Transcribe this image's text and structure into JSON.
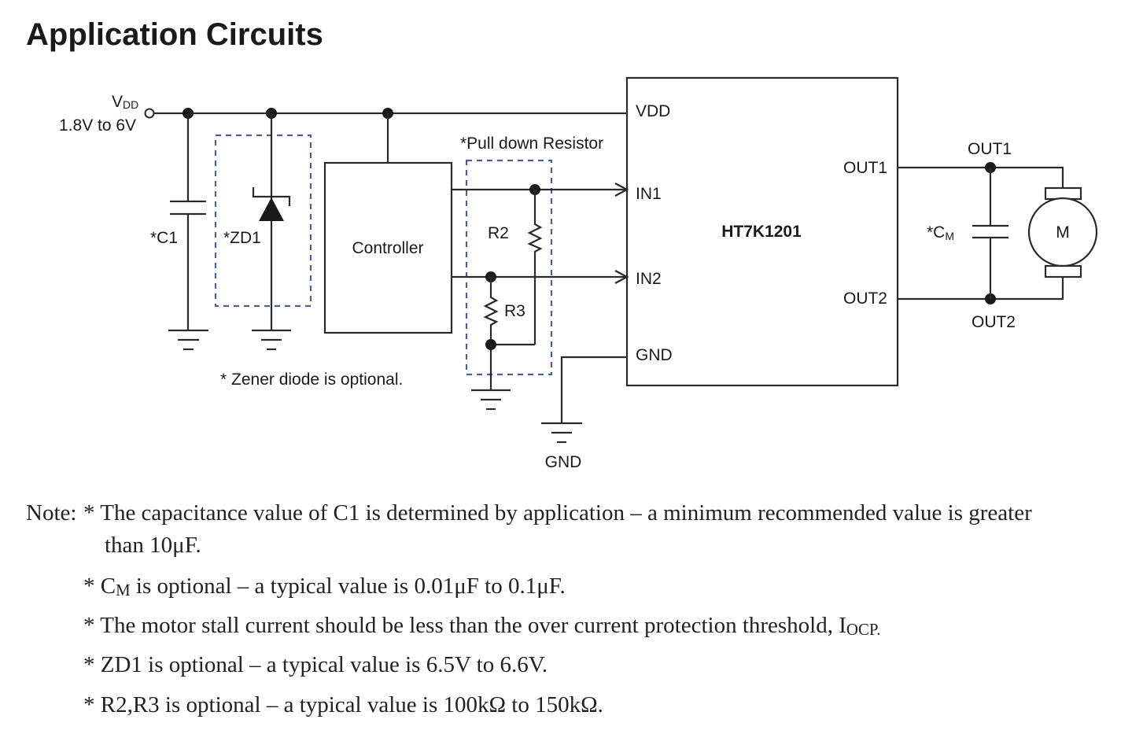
{
  "title": "Application Circuits",
  "supply": {
    "label_main": "V",
    "label_sub": "DD",
    "range": "1.8V to 6V"
  },
  "components": {
    "c1": "*C1",
    "zd1": "*ZD1",
    "controller": "Controller",
    "pulldown_label": "*Pull down Resistor",
    "r2": "R2",
    "r3": "R3",
    "zener_note": "* Zener diode is optional.",
    "gnd_label": "GND",
    "cm_main": "*C",
    "cm_sub": "M",
    "motor": "M",
    "out1_net": "OUT1",
    "out2_net": "OUT2"
  },
  "ic": {
    "name": "HT7K1201",
    "pins": {
      "vdd": "VDD",
      "in1": "IN1",
      "in2": "IN2",
      "gnd": "GND",
      "out1": "OUT1",
      "out2": "OUT2"
    }
  },
  "notes": {
    "prefix": "Note:",
    "items": [
      {
        "text_a": "* The capacitance value of C1 is determined by application – a minimum recommended value is greater",
        "text_b": "than 10μF."
      },
      {
        "pre": "* C",
        "sub": "M",
        "post": " is optional – a typical value is 0.01μF to 0.1μF."
      },
      {
        "pre": "* The motor stall current should be less than the over current protection threshold, I",
        "sub": "OCP.",
        "post": ""
      },
      {
        "text": "* ZD1 is optional – a typical value is 6.5V to 6.6V."
      },
      {
        "text": "* R2,R3 is optional – a typical value is 100kΩ to 150kΩ."
      }
    ]
  }
}
